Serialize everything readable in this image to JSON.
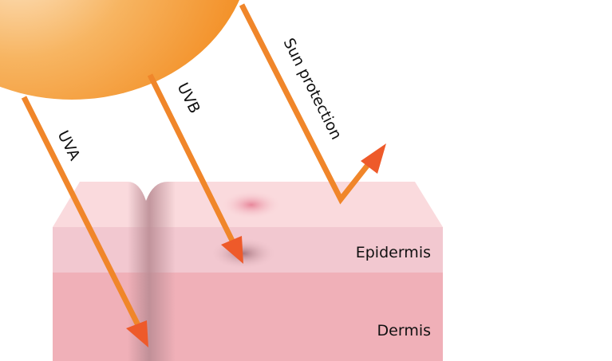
{
  "diagram": {
    "rays": [
      {
        "label": "UVA"
      },
      {
        "label": "UVB"
      },
      {
        "label": "Sun protection"
      }
    ],
    "layers": {
      "epidermis": "Epidermis",
      "dermis": "Dermis"
    },
    "colors": {
      "ray": "#f0862a",
      "arrowhead": "#ee5a2a",
      "sun_center": "#fde3c2",
      "sun_edge": "#f2891c",
      "skin_top": "#fadadd",
      "epidermis": "#f2c8d0",
      "dermis": "#f0b0b8"
    }
  }
}
